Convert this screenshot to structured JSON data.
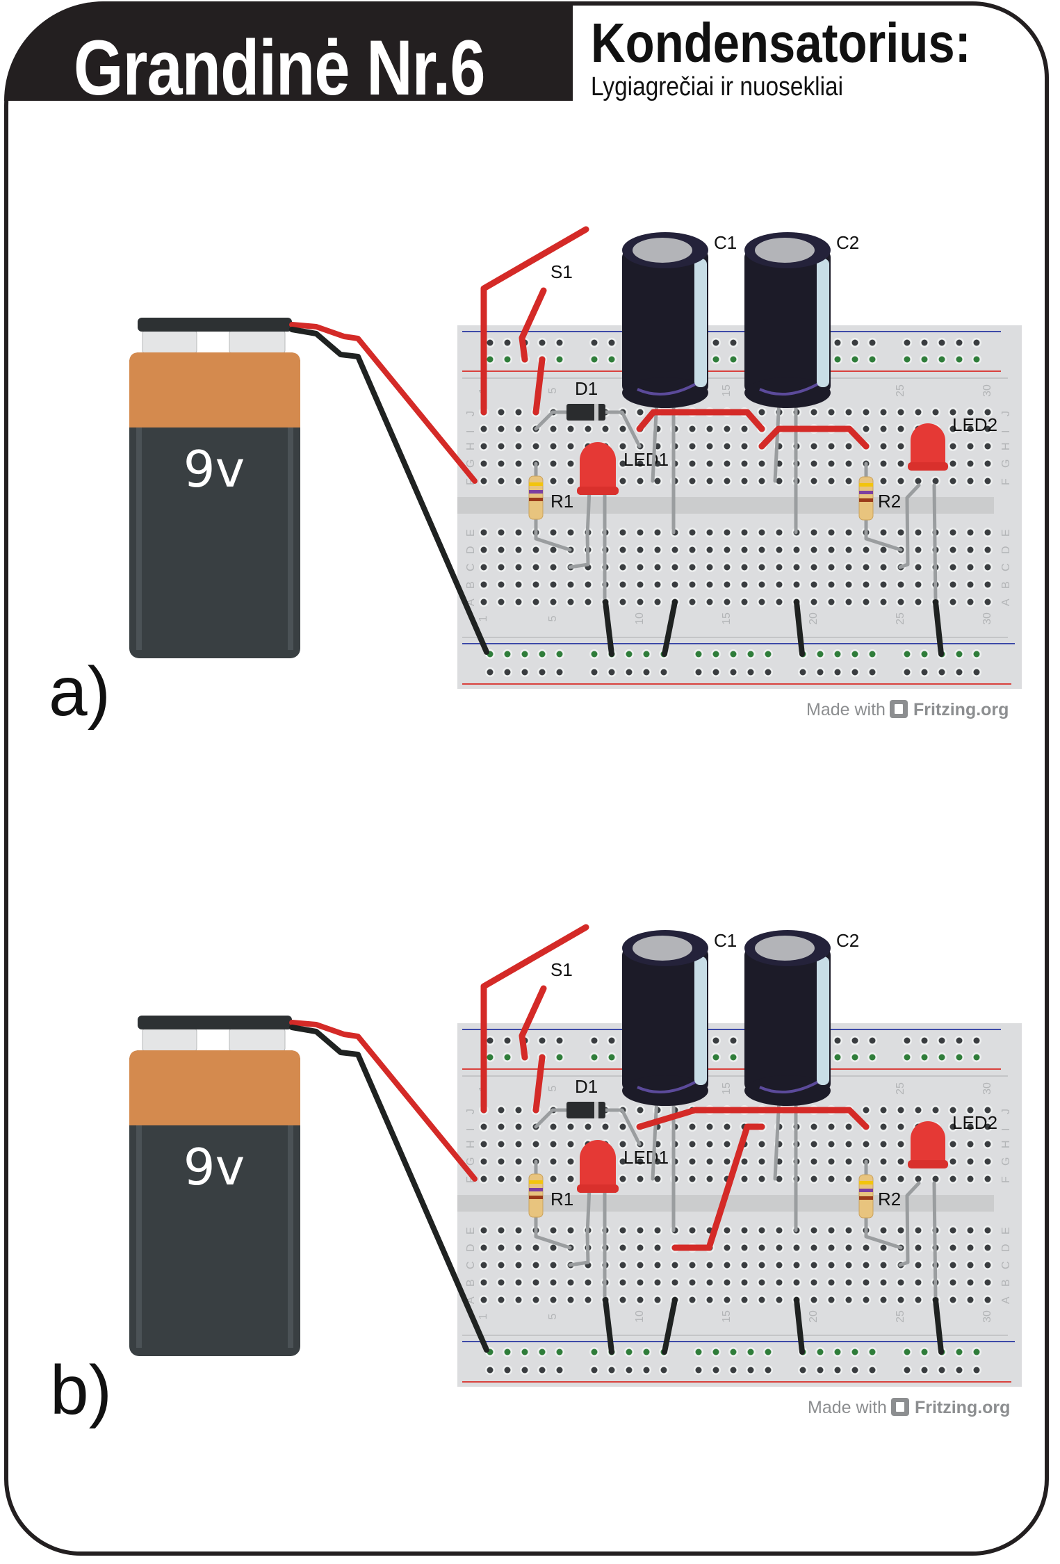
{
  "header": {
    "title": "Grandinė Nr.6",
    "subtitle": "Kondensatorius:",
    "description": "Lygiagrečiai ir nuosekliai"
  },
  "panels": [
    {
      "id": "a",
      "label": "a)",
      "battery_label": "9v",
      "component_labels": {
        "switch": "S1",
        "diode": "D1",
        "led1": "LED1",
        "led2": "LED2",
        "r1": "R1",
        "r2": "R2",
        "c1": "C1",
        "c2": "C2"
      },
      "capacitor_wiring": "parallel",
      "credit": {
        "prefix": "Made with",
        "brand": "Fritzing.org",
        "icon": "fritzing-logo-icon"
      }
    },
    {
      "id": "b",
      "label": "b)",
      "battery_label": "9v",
      "component_labels": {
        "switch": "S1",
        "diode": "D1",
        "led1": "LED1",
        "led2": "LED2",
        "r1": "R1",
        "r2": "R2",
        "c1": "C1",
        "c2": "C2"
      },
      "capacitor_wiring": "series",
      "credit": {
        "prefix": "Made with",
        "brand": "Fritzing.org",
        "icon": "fritzing-logo-icon"
      }
    }
  ],
  "breadboard": {
    "row_letters_top": [
      "J",
      "I",
      "H",
      "G",
      "F"
    ],
    "row_letters_bottom": [
      "E",
      "D",
      "C",
      "B",
      "A"
    ],
    "column_numbers": [
      "1",
      "5",
      "10",
      "15",
      "20",
      "25",
      "30"
    ]
  },
  "colors": {
    "frame": "#231f20",
    "breadboard": "#dcdddf",
    "wire_red": "#d42a27",
    "wire_black": "#1f2221",
    "hole_active": "#2f7d3a",
    "battery_top": "#d48a4e",
    "battery_body": "#393f42",
    "capacitor": "#1c1b28",
    "led": "#e53935"
  }
}
